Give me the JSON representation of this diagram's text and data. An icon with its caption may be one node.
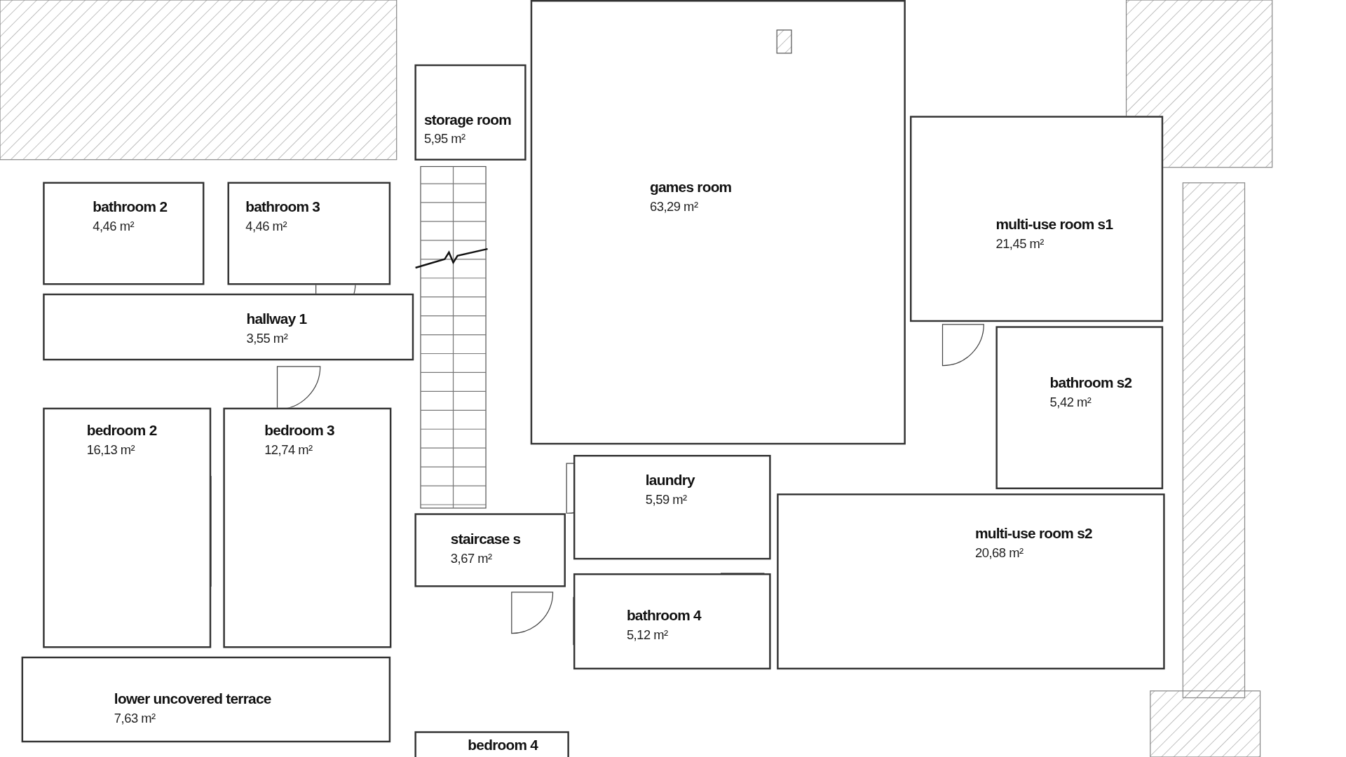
{
  "diagram": {
    "nodes": [
      {
        "text": [
          "storage room",
          "5,95 m²"
        ]
      },
      {
        "text": [
          "games room",
          "63,29 m²"
        ]
      },
      {
        "text": [
          "multi-use room s1",
          "21,45 m²"
        ]
      },
      {
        "text": [
          "bathroom 2",
          "4,46 m²"
        ]
      },
      {
        "text": [
          "bathroom 3",
          "4,46 m²"
        ]
      },
      {
        "text": [
          "hallway 1",
          "3,55 m²"
        ]
      },
      {
        "text": [
          "bathroom s2",
          "5,42 m²"
        ]
      },
      {
        "text": [
          "bedroom 2",
          "16,13 m²"
        ]
      },
      {
        "text": [
          "bedroom 3",
          "12,74 m²"
        ]
      },
      {
        "text": [
          "laundry",
          "5,59 m²"
        ]
      },
      {
        "text": [
          "staircase s",
          "3,67 m²"
        ]
      },
      {
        "text": [
          "multi-use room s2",
          "20,68 m²"
        ]
      },
      {
        "text": [
          "bathroom 4",
          "5,12 m²"
        ]
      },
      {
        "text": [
          "lower uncovered terrace",
          "7,63 m²"
        ]
      },
      {
        "text": [
          "bedroom 4"
        ]
      }
    ],
    "edges": []
  }
}
